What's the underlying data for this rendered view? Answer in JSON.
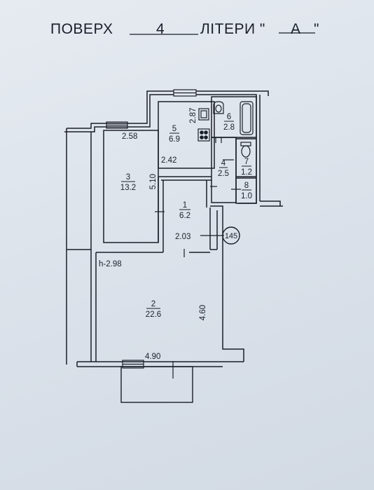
{
  "header": {
    "floor_label": "ПОВЕРХ",
    "floor_value": "4",
    "letter_label": "ЛІТЕРИ \"",
    "letter_value": "А",
    "letter_close": "\""
  },
  "marker": "145",
  "rooms": [
    {
      "number": "1",
      "area": "6.2"
    },
    {
      "number": "2",
      "area": "22.6"
    },
    {
      "number": "3",
      "area": "13.2"
    },
    {
      "number": "4",
      "area": "2.5"
    },
    {
      "number": "5",
      "area": "6.9"
    },
    {
      "number": "6",
      "area": "2.8"
    },
    {
      "number": "7",
      "area": "1.2"
    },
    {
      "number": "8",
      "area": "1.0"
    }
  ],
  "dimensions": {
    "room3_width": "2.58",
    "room3_height": "5.10",
    "room5_width": "2.42",
    "room5_height": "2.87",
    "hall_width": "2.03",
    "room2_width": "4.90",
    "room2_height": "4.60",
    "ceiling_height": "h-2.98"
  },
  "colors": {
    "paper": "#dfe5ec",
    "ink": "#1b1f2a"
  }
}
